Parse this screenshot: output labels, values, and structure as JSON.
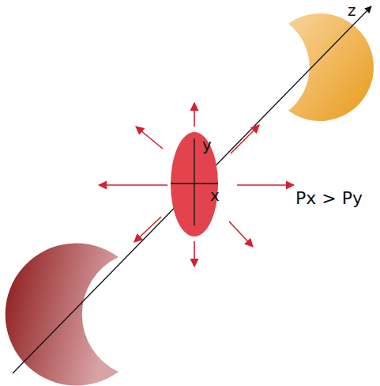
{
  "diagram": {
    "nodes": [
      {
        "text": [
          "y",
          "x"
        ]
      }
    ],
    "labels": [
      "z",
      "Px > Py"
    ]
  }
}
